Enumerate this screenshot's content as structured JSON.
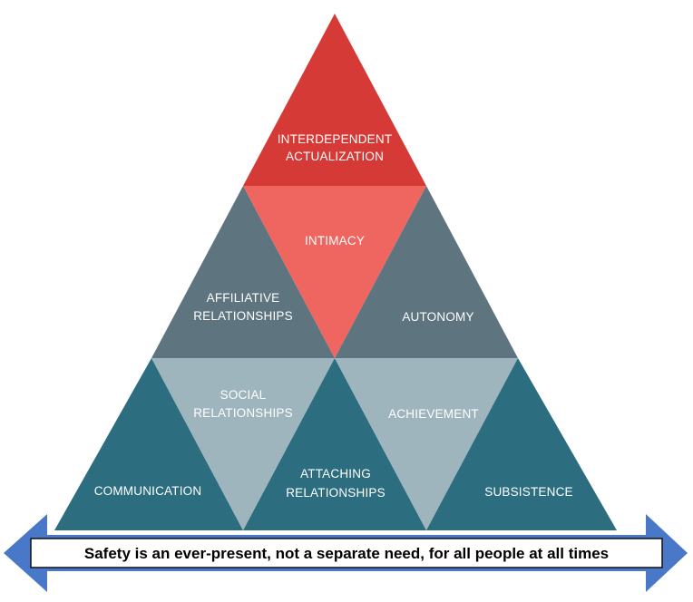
{
  "pyramid": {
    "top": {
      "line1": "INTERDEPENDENT",
      "line2": "ACTUALIZATION",
      "color": "#d63a36"
    },
    "intimacy": {
      "label": "INTIMACY",
      "color": "#ef6560"
    },
    "affiliative": {
      "line1": "AFFILIATIVE",
      "line2": "RELATIONSHIPS",
      "color": "#5e7580"
    },
    "autonomy": {
      "label": "AUTONOMY",
      "color": "#5e7580"
    },
    "social": {
      "line1": "SOCIAL",
      "line2": "RELATIONSHIPS",
      "color": "#9eb5bd"
    },
    "achievement": {
      "label": "ACHIEVEMENT",
      "color": "#9eb5bd"
    },
    "communication": {
      "label": "COMMUNICATION",
      "color": "#2c6e80"
    },
    "attaching": {
      "line1": "ATTACHING",
      "line2": "RELATIONSHIPS",
      "color": "#2c6e80"
    },
    "subsistence": {
      "label": "SUBSISTENCE",
      "color": "#2c6e80"
    }
  },
  "banner": {
    "text": "Safety is an ever-present, not a separate need, for all people at all times",
    "arrow_color": "#4a78c8"
  }
}
